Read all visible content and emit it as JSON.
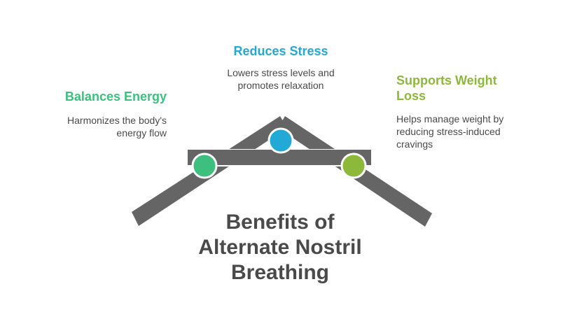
{
  "title": [
    "Benefits of",
    "Alternate Nostril",
    "Breathing"
  ],
  "benefits": [
    {
      "id": "balances-energy",
      "heading": "Balances Energy",
      "description_lines": [
        "Harmonizes the body's",
        "energy flow"
      ],
      "color": "#3dbf7e"
    },
    {
      "id": "reduces-stress",
      "heading": "Reduces Stress",
      "description_lines": [
        "Lowers stress levels and",
        "promotes relaxation"
      ],
      "color": "#22a9d6"
    },
    {
      "id": "supports-weight-loss",
      "heading_lines": [
        "Supports Weight",
        "Loss"
      ],
      "description_lines": [
        "Helps manage weight by",
        "reducing stress-induced",
        "cravings"
      ],
      "color": "#8db93a"
    }
  ],
  "colors": {
    "structure": "#656565",
    "outline": "#ffffff",
    "text": "#4a4a4a"
  }
}
